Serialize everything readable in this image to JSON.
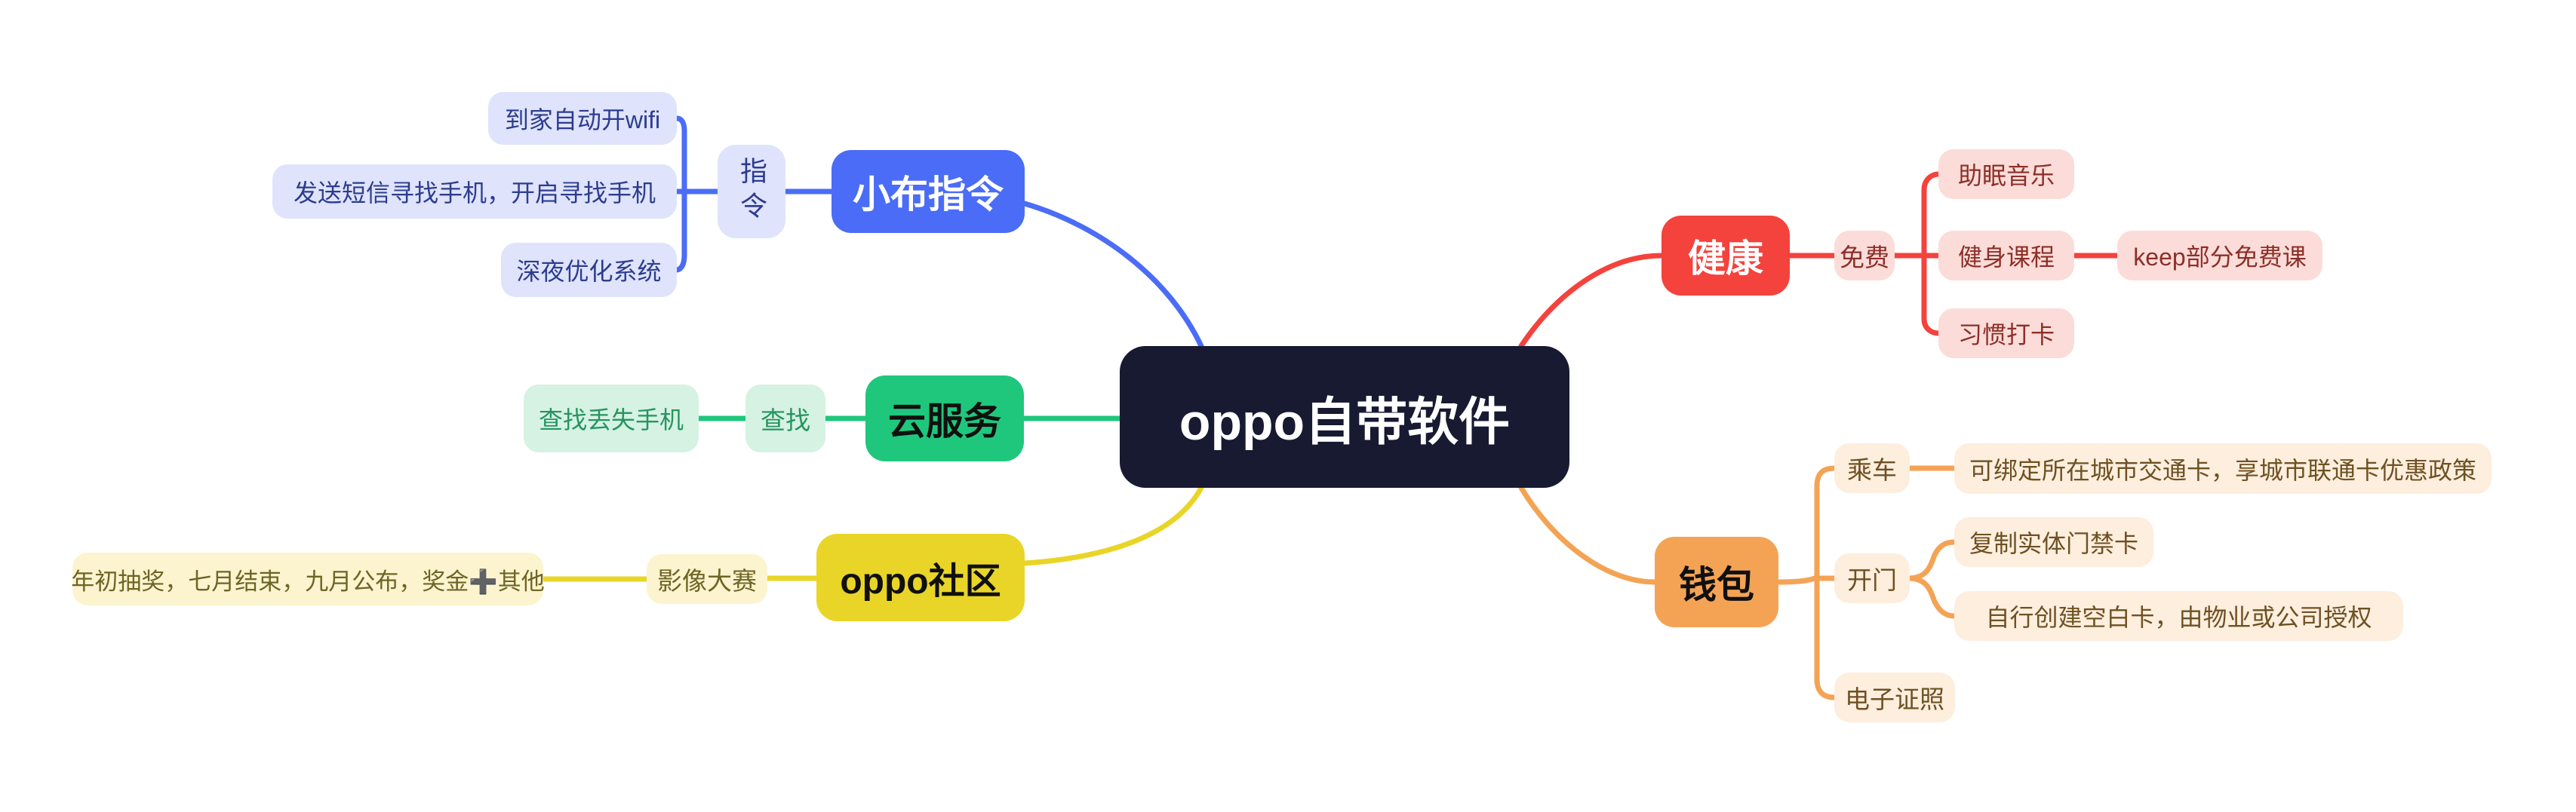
{
  "canvas": {
    "background": "#ffffff"
  },
  "colors": {
    "center_bg": "#171a31",
    "center_text": "#ffffff",
    "blue_primary": "#4a6cf7",
    "blue_leaf_bg": "#dfe3fb",
    "blue_leaf_text": "#2d3c8e",
    "green_primary": "#1fc77d",
    "green_leaf_bg": "#d5f2e3",
    "green_leaf_text": "#27945f",
    "yellow_primary": "#e9d527",
    "yellow_leaf_bg": "#fbf4cf",
    "yellow_leaf_text": "#6e6425",
    "red_primary": "#f4423d",
    "red_leaf_bg": "#fbdcd9",
    "red_leaf_text": "#8d2f29",
    "orange_primary": "#f4a355",
    "orange_leaf_bg": "#fdeedd",
    "orange_leaf_text": "#6e5124"
  },
  "root": {
    "label": "oppo自带软件"
  },
  "branches": [
    {
      "id": "xiaobu-zhiling",
      "label": "小布指令",
      "group_label": "指令",
      "leaves": [
        {
          "label": "到家自动开wifi"
        },
        {
          "label": "发送短信寻找手机，开启寻找手机"
        },
        {
          "label": "深夜优化系统"
        }
      ]
    },
    {
      "id": "yun-fuwu",
      "label": "云服务",
      "group_label": "查找",
      "leaves": [
        {
          "label": "查找丢失手机"
        }
      ]
    },
    {
      "id": "oppo-shequ",
      "label": "oppo社区",
      "group_label": "影像大赛",
      "leaves": [
        {
          "label": "年初抽奖，七月结束，九月公布，奖金➕其他"
        }
      ]
    },
    {
      "id": "jiankang",
      "label": "健康",
      "group_label": "免费",
      "leaves": [
        {
          "label": "助眠音乐"
        },
        {
          "label": "健身课程",
          "child": "keep部分免费课"
        },
        {
          "label": "习惯打卡"
        }
      ]
    },
    {
      "id": "qianbao",
      "label": "钱包",
      "children": [
        {
          "label": "乘车",
          "leaves": [
            "可绑定所在城市交通卡，享城市联通卡优惠政策"
          ]
        },
        {
          "label": "开门",
          "leaves": [
            "复制实体门禁卡",
            "自行创建空白卡，由物业或公司授权"
          ]
        },
        {
          "label": "电子证照",
          "leaves": []
        }
      ]
    }
  ]
}
